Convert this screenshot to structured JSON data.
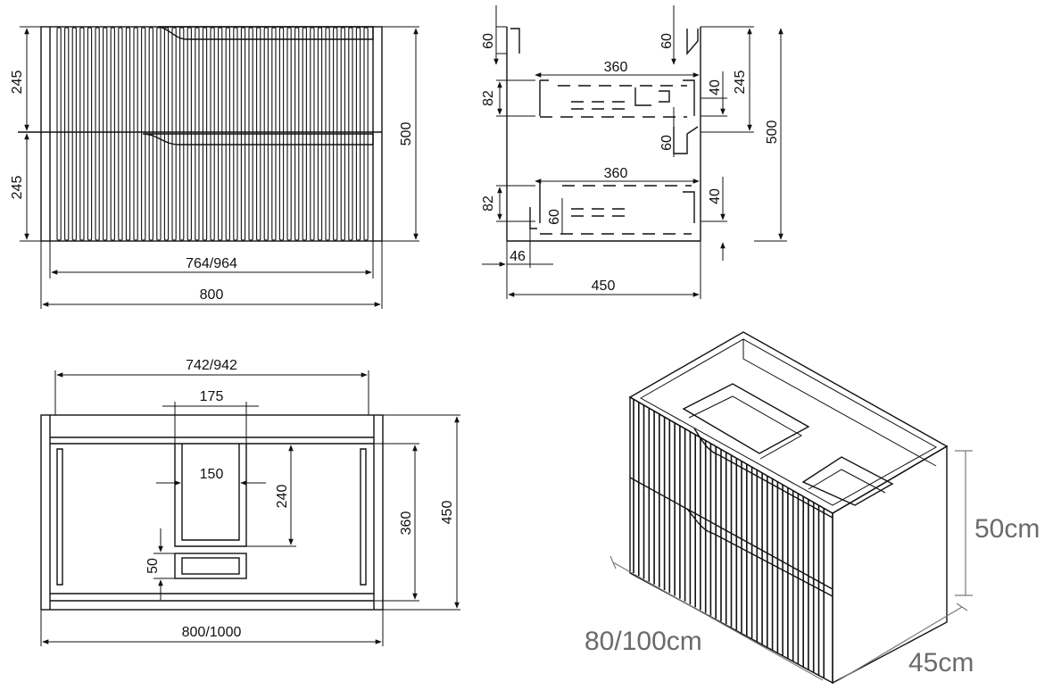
{
  "colors": {
    "line": "#111111",
    "grey_text": "#6b6b6b",
    "background": "#ffffff"
  },
  "front_view": {
    "upper_height": "245",
    "lower_height": "245",
    "total_height": "500",
    "inner_width": "764/964",
    "total_width": "800"
  },
  "side_section": {
    "top_gap_left": "60",
    "top_gap_right": "60",
    "drawer_depth_upper": "360",
    "drawer_depth_lower": "360",
    "drawer_height_upper": "82",
    "drawer_height_lower": "82",
    "offset_upper": "40",
    "offset_lower": "40",
    "rail_gap": "60",
    "inner_small": "60",
    "upper_height": "245",
    "total_height": "500",
    "front_offset": "46",
    "depth": "450"
  },
  "top_view": {
    "inner_width": "742/942",
    "cutout_outer": "175",
    "cutout_inner": "150",
    "cutout_depth": "240",
    "small_box": "50",
    "inner_depth": "360",
    "total_depth": "450",
    "total_width": "800/1000"
  },
  "perspective": {
    "height_label": "50cm",
    "width_label": "80/100cm",
    "depth_label": "45cm"
  }
}
